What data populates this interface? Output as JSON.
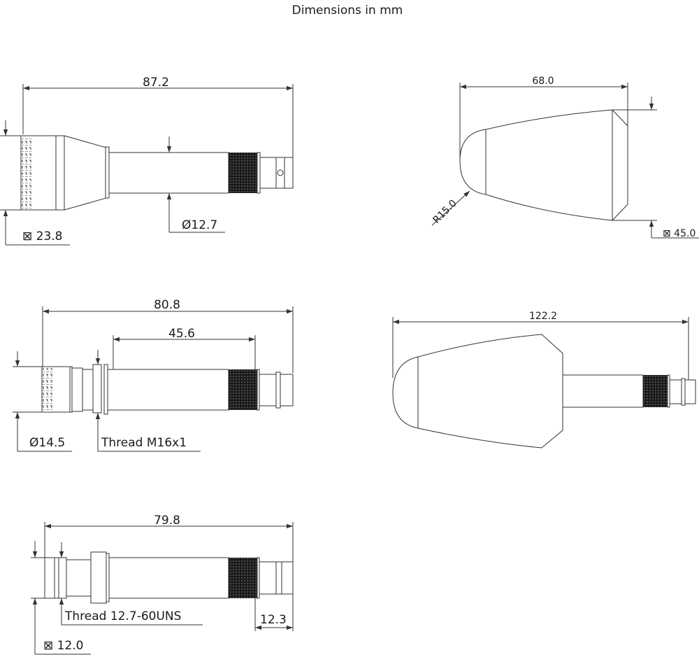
{
  "title": "Dimensions in mm",
  "view1": {
    "length": "87.2",
    "housing": "⊠ 23.8",
    "tube_diameter": "Ø12.7"
  },
  "view2": {
    "length": "80.8",
    "tube_length": "45.6",
    "diameter": "Ø14.5",
    "thread": "Thread M16x1"
  },
  "view3": {
    "length": "79.8",
    "diameter": "⊠ 12.0",
    "thread": "Thread 12.7-60UNS",
    "connector_length": "12.3"
  },
  "view4": {
    "length": "68.0",
    "radius": "R15.0",
    "diameter": "⊠ 45.0"
  },
  "view5": {
    "length": "122.2"
  },
  "colors": {
    "line": "#333333",
    "knurl": "#1a1a1a"
  }
}
